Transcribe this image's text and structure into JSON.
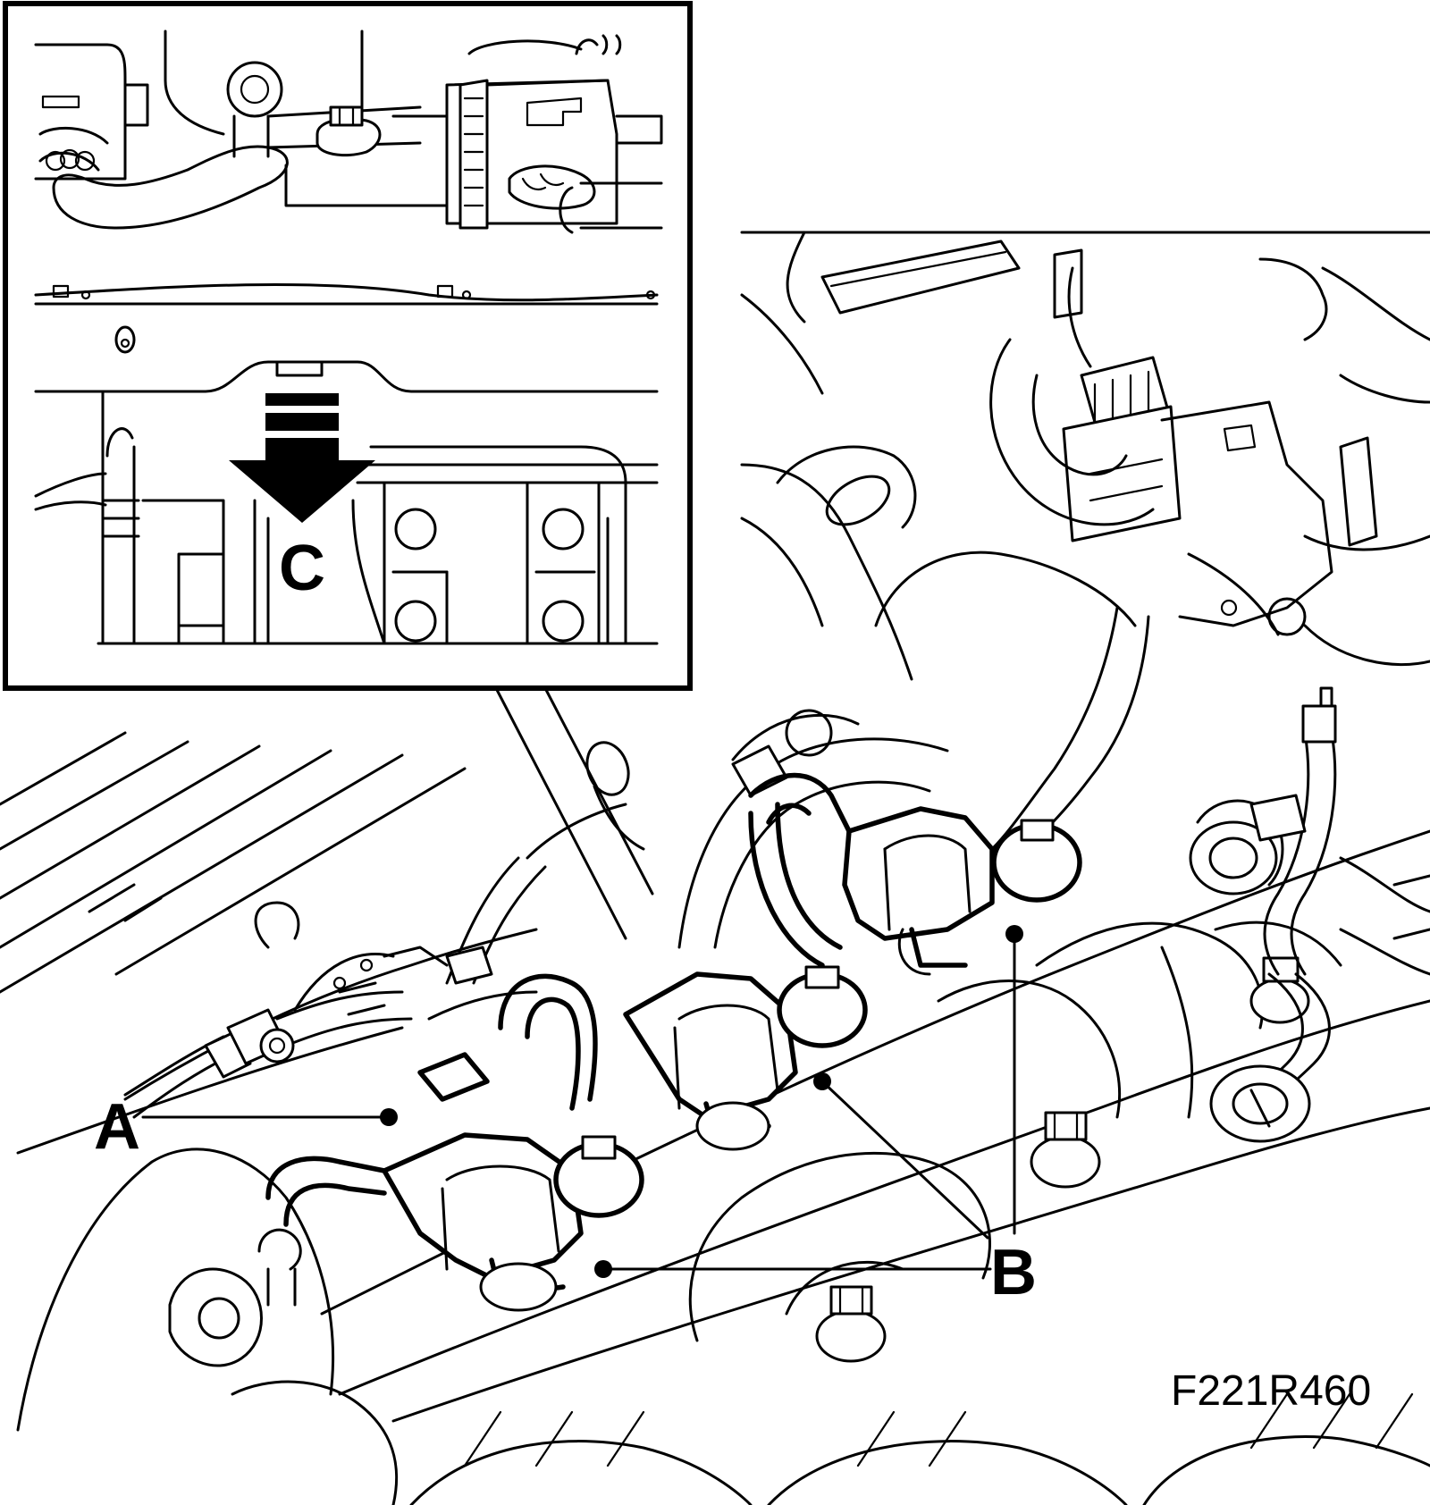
{
  "figure_code": "F221R460",
  "inset": {
    "arrow_label": "C"
  },
  "callouts": {
    "a": "A",
    "b": "B"
  },
  "colors": {
    "line": "#000000",
    "background": "#ffffff"
  }
}
